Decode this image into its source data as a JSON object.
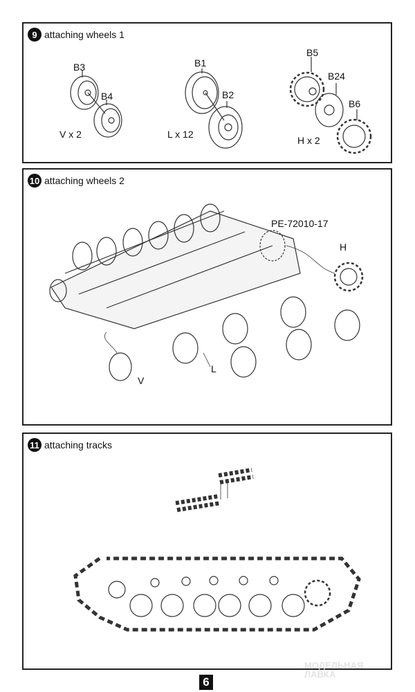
{
  "steps": [
    {
      "number": "9",
      "title": "attaching wheels 1",
      "parts": [
        "B3",
        "B4",
        "B1",
        "B2",
        "B5",
        "B24",
        "B6"
      ],
      "quantities": [
        "V x 2",
        "L x 12",
        "H x 2"
      ]
    },
    {
      "number": "10",
      "title": "attaching wheels 2",
      "labels": [
        "PE-72010-17",
        "H",
        "L",
        "V"
      ]
    },
    {
      "number": "11",
      "title": "attaching tracks"
    }
  ],
  "page_number": "6",
  "watermark": [
    "МОДЕЛЬНАЯ",
    "ЛАВКА"
  ]
}
